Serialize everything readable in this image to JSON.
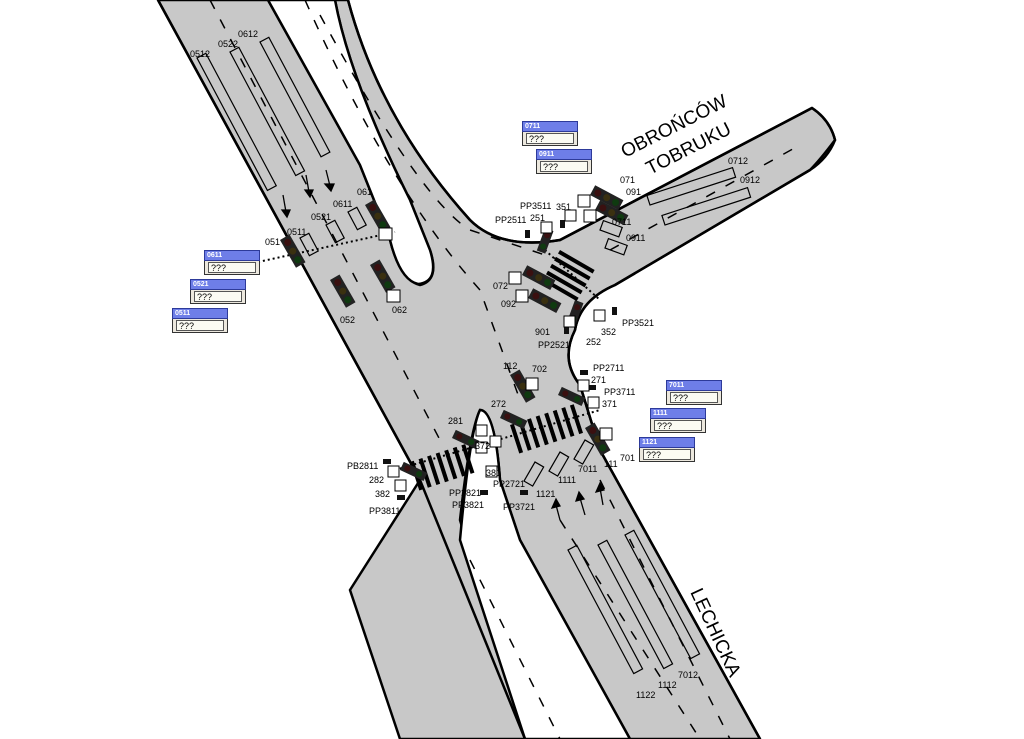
{
  "streets": {
    "north_east": [
      "OBROŃCÓW",
      "TOBRUKU"
    ],
    "south": "LECHICKA"
  },
  "detector_boxes": [
    {
      "id": "0711",
      "value": "???"
    },
    {
      "id": "0911",
      "value": "???"
    },
    {
      "id": "0611",
      "value": "???"
    },
    {
      "id": "0521",
      "value": "???"
    },
    {
      "id": "0511",
      "value": "???"
    },
    {
      "id": "7011",
      "value": "???"
    },
    {
      "id": "1111",
      "value": "???"
    },
    {
      "id": "1121",
      "value": "???"
    }
  ],
  "labels": [
    "0612",
    "0522",
    "0512",
    "0611",
    "0521",
    "0511",
    "061",
    "051",
    "052",
    "062",
    "071",
    "091",
    "0712",
    "0912",
    "0711",
    "0911",
    "PP3511",
    "351",
    "PP2511",
    "251",
    "072",
    "092",
    "901",
    "PP2521",
    "252",
    "352",
    "PP3521",
    "112",
    "702",
    "PP2711",
    "271",
    "PP3711",
    "371",
    "111",
    "701",
    "7011",
    "1111",
    "1121",
    "281",
    "272",
    "372",
    "381",
    "PP2821",
    "PP3821",
    "PP2721",
    "PP3721",
    "PB2811",
    "282",
    "382",
    "PP3811",
    "1122",
    "1112",
    "7012"
  ]
}
